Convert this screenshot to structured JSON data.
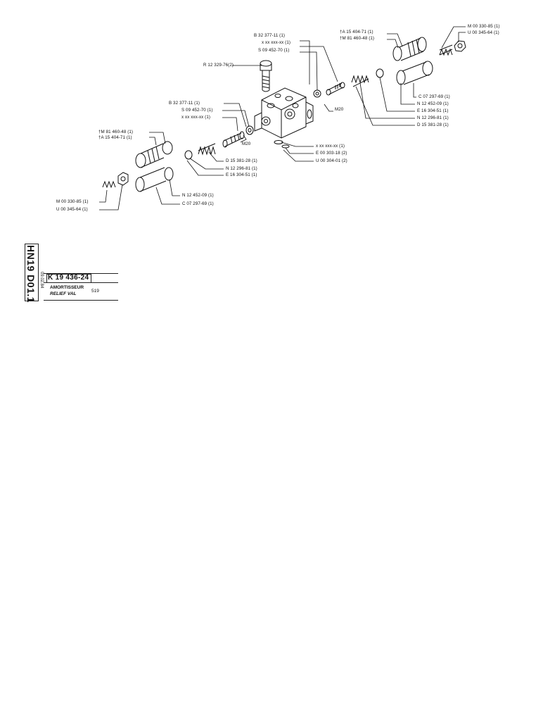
{
  "labels": {
    "b1": "B 32 377-11 (1)",
    "x1": "x xx xxx-xx (1)",
    "s1": "S 09 452-70 (1)",
    "r1": "R 12 329-76(2)",
    "m20_top": "M20",
    "a_top": "†A 15 404-71 (1)",
    "m81_top": "†M 81 460-48 (1)",
    "m00_top": "M 00 330-85 (1)",
    "u00_top": "U 00 345-64 (1)",
    "c07_top": "C 07 297-69 (1)",
    "n12452_top": "N 12 452-09 (1)",
    "e16_top": "E 16 304-51 (1)",
    "n12296_top": "N 12 296-81 (1)",
    "d15_top": "D 15 381-28 (1)",
    "b2": "B 32 377-11 (1)",
    "s2": "S 09 452-70 (1)",
    "x2": "x xx xxx-xx (1)",
    "m81_left": "†M 81 460-48 (1)",
    "a_left": "†A 15 404-71 (1)",
    "m20_mid": "M20",
    "x3": "x xx xxx-xx (1)",
    "e00": "E 00 303-18 (2)",
    "u00_304": "U 00 304-01 (2)",
    "d15_left": "D 15 381-28 (1)",
    "n12296_left": "N 12 296-81 (1)",
    "e16_left": "E 16 304-51 (1)",
    "n12452_left": "N 12 452-09 (1)",
    "c07_left": "C 07 297-69 (1)",
    "m00_left": "M 00 330-85 (1)",
    "u00_left": "U 00 345-64 (1)"
  },
  "title_block": {
    "side_code": "HN19 D01.1",
    "date": "09.02.84",
    "part_number": "K 19 436-24",
    "title_fr": "AMORTISSEUR",
    "title_en": "RELIEF VAL",
    "page": "519"
  }
}
